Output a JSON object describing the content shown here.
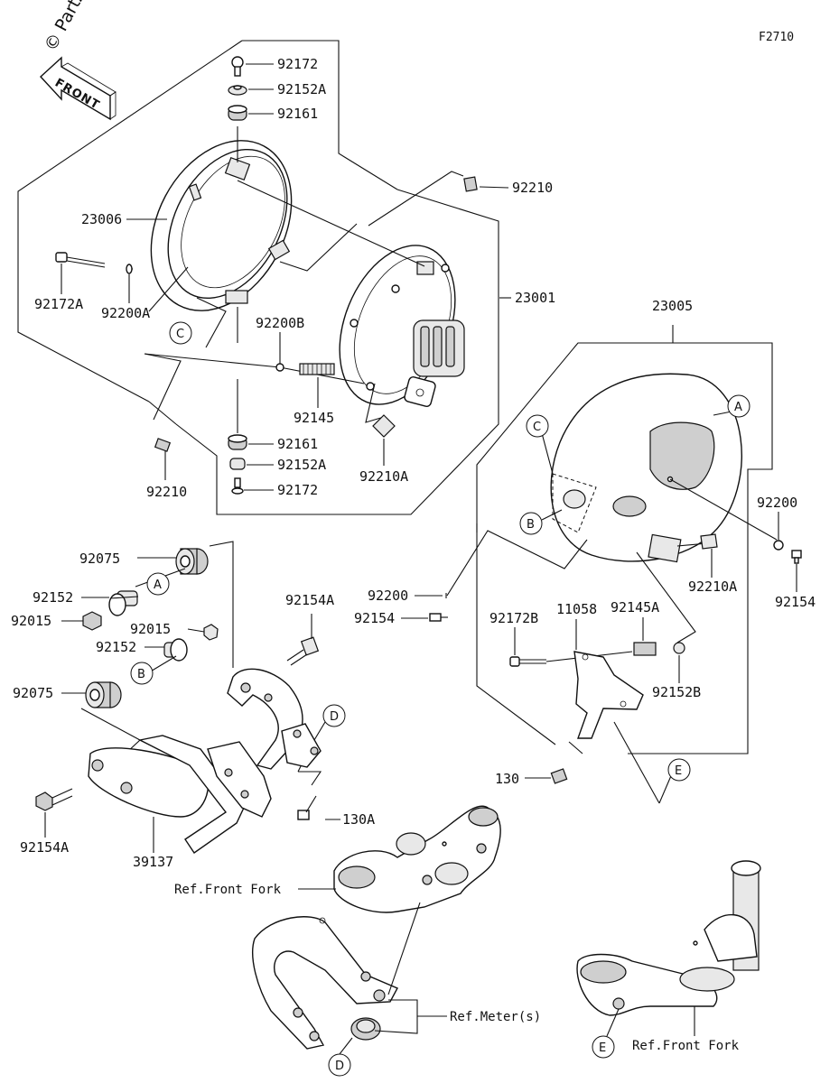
{
  "watermark": "© Partzilla.com",
  "diagram_code": "F2710",
  "front_sign": "FRONT",
  "part_labels": {
    "p92172_top": "92172",
    "p92152A_top": "92152A",
    "p92161_top": "92161",
    "p92210_top": "92210",
    "p23006": "23006",
    "p92172A": "92172A",
    "p92200A": "92200A",
    "p23001": "23001",
    "p23005": "23005",
    "p92200B": "92200B",
    "p92145": "92145",
    "p92161_bot": "92161",
    "p92152A_bot": "92152A",
    "p92172_bot": "92172",
    "p92210_bot": "92210",
    "p92210A_left": "92210A",
    "p92200_right": "92200",
    "p92210A_right": "92210A",
    "p92154_right": "92154",
    "p92200_mid": "92200",
    "p92154_mid": "92154",
    "p92172B": "92172B",
    "p11058": "11058",
    "p92145A": "92145A",
    "p92152B": "92152B",
    "p130": "130",
    "p92075_top": "92075",
    "p92152_1": "92152",
    "p92015_1": "92015",
    "p92015_2": "92015",
    "p92152_2": "92152",
    "p92075_bot": "92075",
    "p92154A_top": "92154A",
    "p130A": "130A",
    "p92154A_bot": "92154A",
    "p39137": "39137",
    "ref_front_fork_1": "Ref.Front Fork",
    "ref_meters": "Ref.Meter(s)",
    "ref_front_fork_2": "Ref.Front Fork"
  },
  "callouts": {
    "c_C_left": "C",
    "c_A_right": "A",
    "c_C_right": "C",
    "c_B_right": "B",
    "c_A_left": "A",
    "c_B_left": "B",
    "c_D_mid": "D",
    "c_E_right": "E",
    "c_D_bot": "D",
    "c_E_bot": "E"
  }
}
